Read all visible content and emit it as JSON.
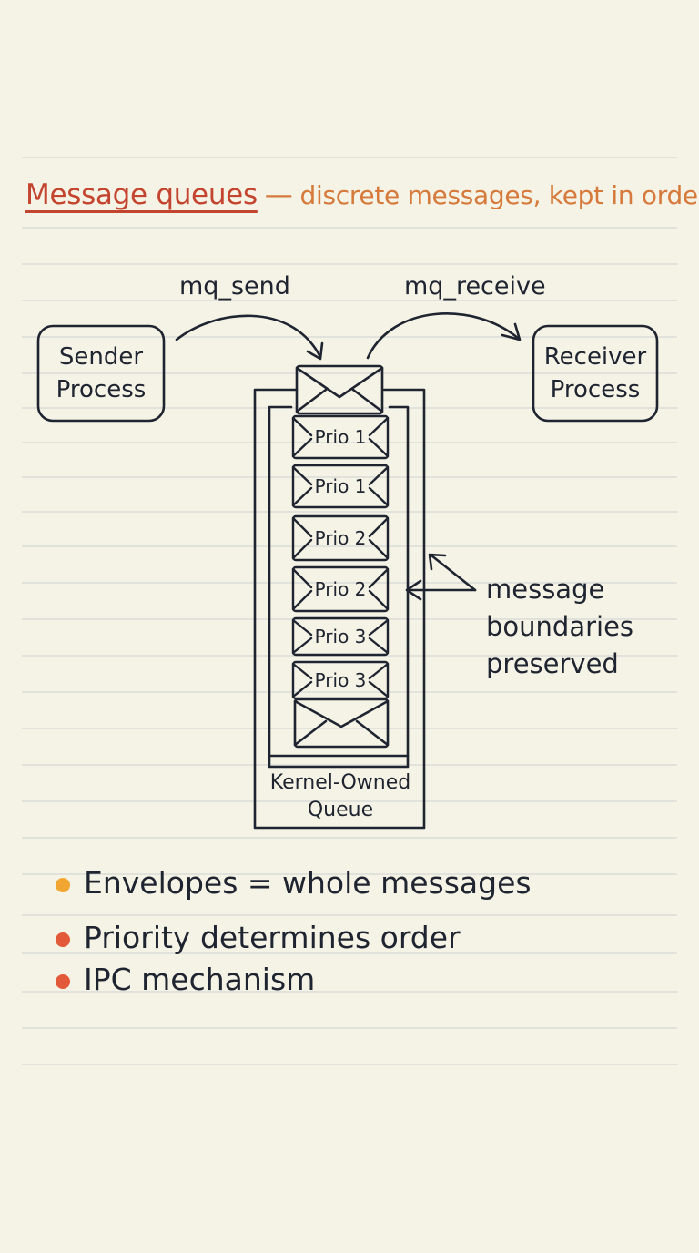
{
  "title": {
    "main": "Message queues",
    "dash": "—",
    "subtitle": "discrete messages, kept in order"
  },
  "labels": {
    "send": "mq_send",
    "receive": "mq_receive"
  },
  "sender": {
    "line1": "Sender",
    "line2": "Process"
  },
  "receiver": {
    "line1": "Receiver",
    "line2": "Process"
  },
  "queue": {
    "messages": [
      "Prio 1",
      "Prio 1",
      "Prio 2",
      "Prio 2",
      "Prio 3",
      "Prio 3"
    ],
    "label": "Kernel-Owned Queue"
  },
  "annotation": "message boundaries preserved",
  "bullets": [
    {
      "text": "Envelopes = whole messages",
      "color": "#f0a630"
    },
    {
      "text": "Priority determines order",
      "color": "#e35a3a"
    },
    {
      "text": "IPC mechanism",
      "color": "#e35a3a"
    }
  ],
  "colors": {
    "background": "#f5f2e6",
    "ruled_lines": "#dcdcd8",
    "ink": "#1f2530",
    "title": "#c4452f",
    "subtitle": "#d67a3c"
  }
}
